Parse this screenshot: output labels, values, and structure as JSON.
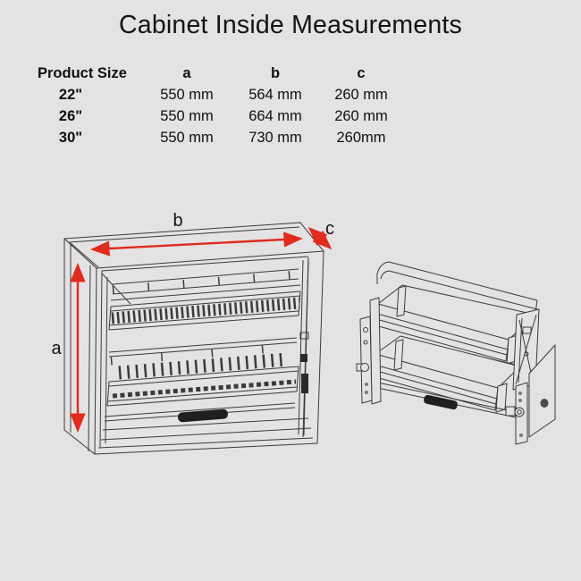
{
  "title": "Cabinet Inside Measurements",
  "table": {
    "headers": [
      "Product Size",
      "a",
      "b",
      "c"
    ],
    "rows": [
      {
        "size": "22\"",
        "a": "550 mm",
        "b": "564 mm",
        "c": "260 mm"
      },
      {
        "size": "26\"",
        "a": "550 mm",
        "b": "664 mm",
        "c": "260 mm"
      },
      {
        "size": "30\"",
        "a": "550 mm",
        "b": "730 mm",
        "c": "260mm"
      }
    ]
  },
  "diagram": {
    "labels": {
      "a": "a",
      "b": "b",
      "c": "c"
    },
    "colors": {
      "background": "#e4e2e2",
      "line": "#3b3b3b",
      "arrow": "#e02b1e",
      "handle": "#1f1f1f"
    }
  }
}
